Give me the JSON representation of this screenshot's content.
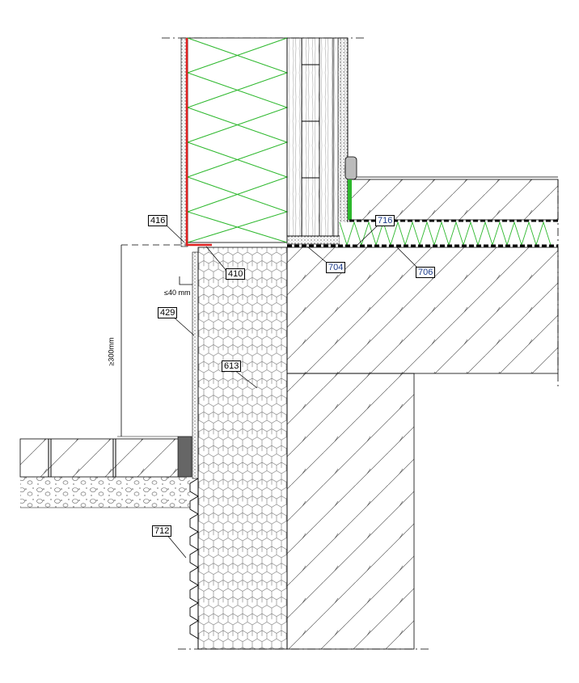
{
  "title": "Wall base / floor slab junction detail",
  "labels": {
    "l416": "416",
    "l410": "410",
    "l429": "429",
    "l613": "613",
    "l704": "704",
    "l716": "716",
    "l706": "706",
    "l712": "712"
  },
  "dimensions": {
    "gap": "≤40 mm",
    "height": "≥300mm"
  },
  "colors": {
    "insulation": "#2db82d",
    "membrane_red": "#e02020",
    "line": "#000000"
  }
}
